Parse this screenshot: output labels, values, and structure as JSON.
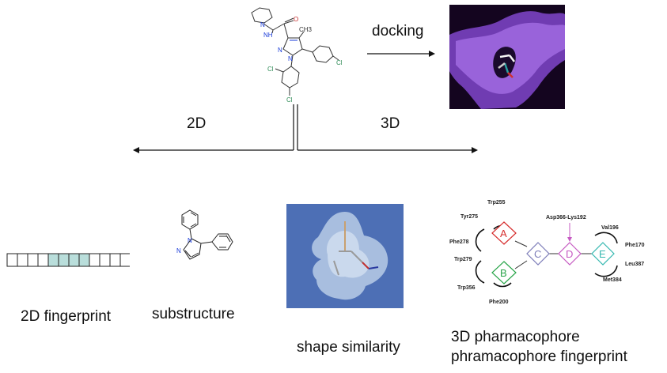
{
  "labels": {
    "docking": "docking",
    "twoD": "2D",
    "threeD": "3D",
    "fingerprint_2d": "2D fingerprint",
    "substructure": "substructure",
    "shape_similarity": "shape similarity",
    "pharmacophore_line1": "3D pharmacophore",
    "pharmacophore_line2": "phramacophore fingerprint"
  },
  "molecule": {
    "atoms": [
      "N",
      "O",
      "NH",
      "N",
      "N",
      "CH3",
      "Cl",
      "Cl",
      "Cl"
    ]
  },
  "fingerprint": {
    "cells": 12,
    "filled": [
      4,
      5,
      6,
      7
    ],
    "fill_color": "#b9dedb"
  },
  "pharmacophore": {
    "features": [
      {
        "id": "A",
        "color": "#d62c2c"
      },
      {
        "id": "B",
        "color": "#2aa54a"
      },
      {
        "id": "C",
        "color": "#7c7cb8"
      },
      {
        "id": "D",
        "color": "#c65ac2"
      },
      {
        "id": "E",
        "color": "#36b8b0"
      }
    ],
    "residues": [
      "Trp255",
      "Tyr275",
      "Phe278",
      "Trp279",
      "Trp356",
      "Phe200",
      "Asp366-Lys192",
      "Val196",
      "Phe170",
      "Leu387",
      "Met384"
    ]
  },
  "colors": {
    "docking_bg": "#14051f",
    "docking_surface": "#8a4fd0",
    "shape_bg": "#4d6fb5",
    "shape_surface": "#b9cde6"
  }
}
